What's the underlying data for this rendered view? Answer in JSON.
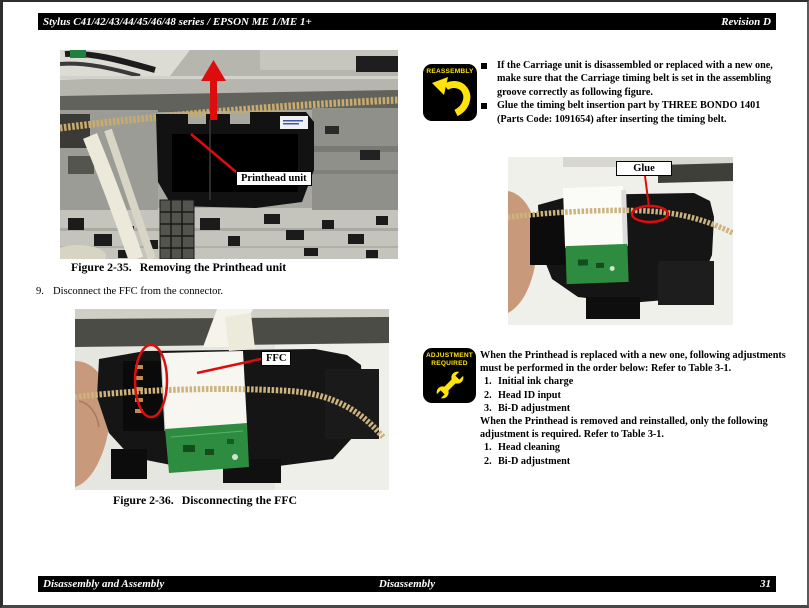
{
  "header": {
    "left_title": "Stylus C41/42/43/44/45/46/48 series / EPSON ME 1/ME 1+",
    "right_title": "Revision D"
  },
  "footer": {
    "left": "Disassembly and Assembly",
    "center": "Disassembly",
    "page_number": "31"
  },
  "left_column": {
    "figure_235": {
      "caption_num": "Figure 2-35.",
      "caption_title": "Removing the Printhead unit",
      "callout": "Printhead unit"
    },
    "step9": {
      "num": "9.",
      "text": "Disconnect the FFC from the connector."
    },
    "figure_236": {
      "caption_num": "Figure 2-36.",
      "caption_title": "Disconnecting the FFC",
      "callout": "FFC"
    }
  },
  "right_column": {
    "reassembly": {
      "badge_label": "REASSEMBLY",
      "bullet1_lines": [
        "If the Carriage unit is disassembled or replaced with a new one,",
        "make sure that the Carriage timing belt is set in the assembling",
        "groove correctly as following figure."
      ],
      "bullet2_lines": [
        "Glue the timing belt insertion part by THREE BONDO 1401",
        "(Parts Code: 1091654) after inserting the timing belt."
      ]
    },
    "glue_figure": {
      "callout": "Glue"
    },
    "adjustment": {
      "badge_line1": "ADJUSTMENT",
      "badge_line2": "REQUIRED",
      "para1_lines": [
        "When the Printhead is replaced with a new one, following adjustments",
        "must be performed in the order below: Refer to Table 3-1."
      ],
      "list1": [
        {
          "num": "1.",
          "text": "Initial ink charge"
        },
        {
          "num": "2.",
          "text": "Head ID input"
        },
        {
          "num": "3.",
          "text": "Bi-D adjustment"
        }
      ],
      "para2_lines": [
        "When the Printhead is removed and reinstalled, only the following",
        "adjustment is required. Refer to Table 3-1."
      ],
      "list2": [
        {
          "num": "1.",
          "text": "Head cleaning"
        },
        {
          "num": "2.",
          "text": "Bi-D adjustment"
        }
      ]
    }
  },
  "icons": {
    "reassembly_icon": "curved-reassembly-arrow",
    "adjustment_icon": "wrench",
    "bullet_icon": "black-square",
    "photo1_arrow_icon": "red-up-arrow"
  },
  "colors": {
    "bar_black": "#000000",
    "badge_yellow": "#ffe30a",
    "callout_red": "#de0d0d",
    "belt_tan": "#cdb37e",
    "pcb_green": "#2e8c40"
  }
}
